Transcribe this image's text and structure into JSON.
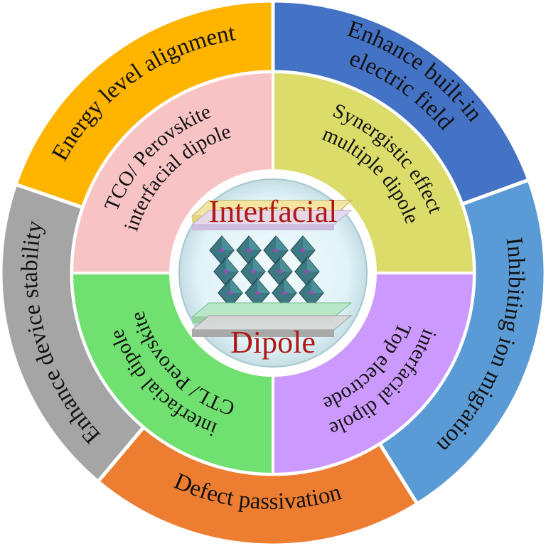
{
  "outer_ring": [
    {
      "id": "energy",
      "color": "#ffb400",
      "lines": [
        "Energy level alignment"
      ]
    },
    {
      "id": "builtin",
      "color": "#4472c4",
      "lines": [
        "Enhance built-in",
        "electric field"
      ]
    },
    {
      "id": "ion",
      "color": "#5b9bd5",
      "lines": [
        "Inhibiting ion migration"
      ]
    },
    {
      "id": "defect",
      "color": "#ed7d31",
      "lines": [
        "Defect passivation"
      ]
    },
    {
      "id": "stability",
      "color": "#a5a5a5",
      "lines": [
        "Enhance device stability"
      ]
    }
  ],
  "inner_ring": [
    {
      "id": "tco",
      "color": "#f8c3c5",
      "lines": [
        "TCO/ Perovskite",
        "interfacial dipole"
      ]
    },
    {
      "id": "synergistic",
      "color": "#dcdc6a",
      "lines": [
        "Synergistic effect",
        "multiple dipole"
      ]
    },
    {
      "id": "top",
      "color": "#cc99ff",
      "lines": [
        "Top electrode",
        "interfacial dipole"
      ]
    },
    {
      "id": "ctl",
      "color": "#70e070",
      "lines": [
        "CTL/ Perovskite",
        "interfacial dipole"
      ]
    }
  ],
  "center": {
    "title_top": "Interfacial",
    "title_bottom": "Dipole"
  }
}
